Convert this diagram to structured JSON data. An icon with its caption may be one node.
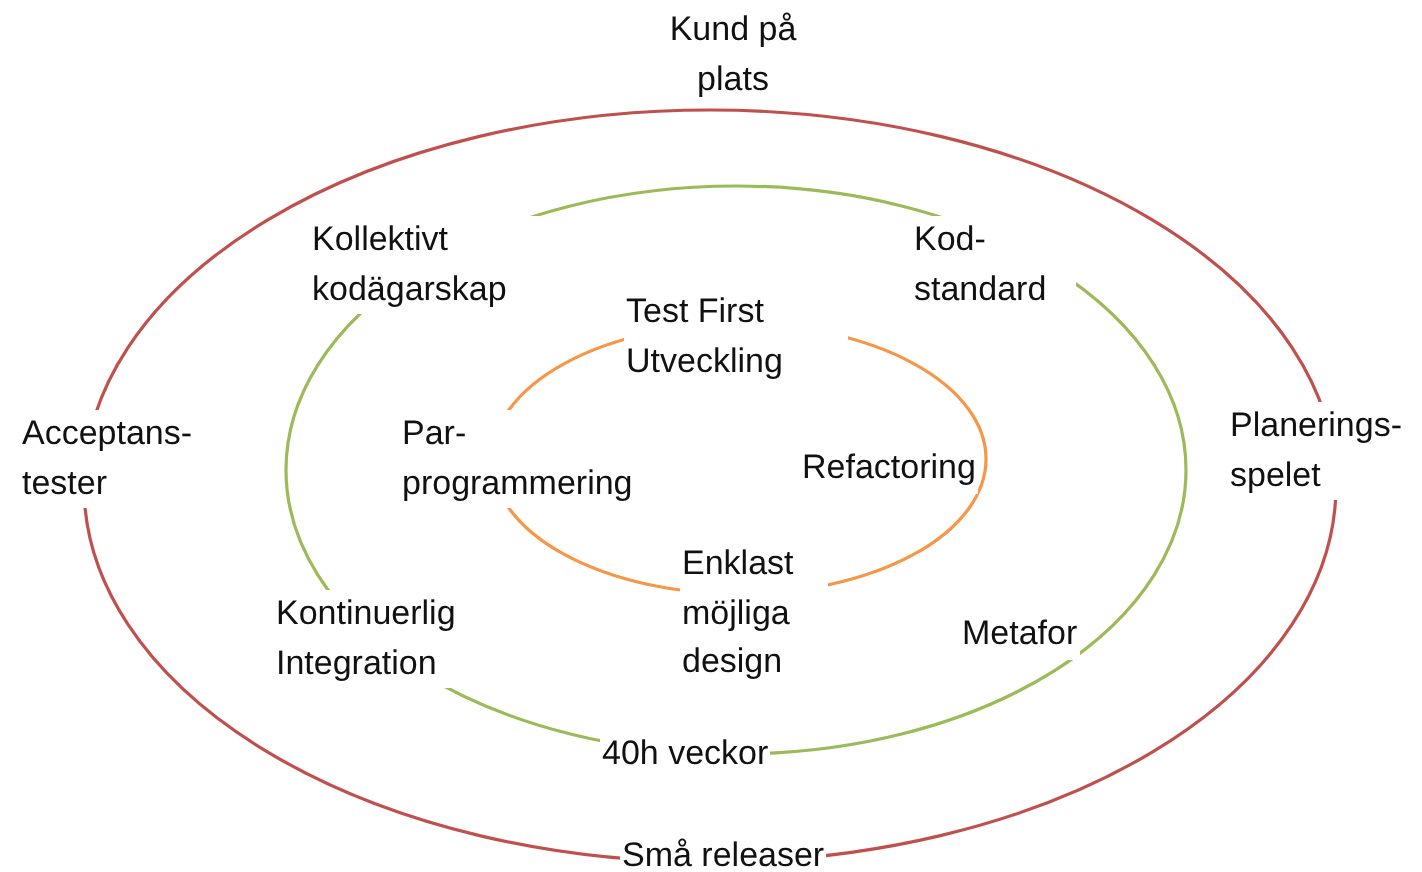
{
  "diagram": {
    "nodes": [
      {
        "text": [],
        "shape": "ellipse"
      },
      {
        "text": [],
        "shape": "ellipse",
        "in": 0
      },
      {
        "text": [],
        "shape": "ellipse",
        "in": 1
      }
    ],
    "labels": [
      "Kund på plats",
      "Kollektivt kodägarskap",
      "Kod- standard",
      "Test First Utveckling",
      "Acceptans- tester",
      "Planerings- spelet",
      "Par- programmering",
      "Refactoring",
      "Enklast möjliga design",
      "Kontinuerlig Integration",
      "Metafor",
      "40h veckor",
      "Små releaser"
    ]
  }
}
